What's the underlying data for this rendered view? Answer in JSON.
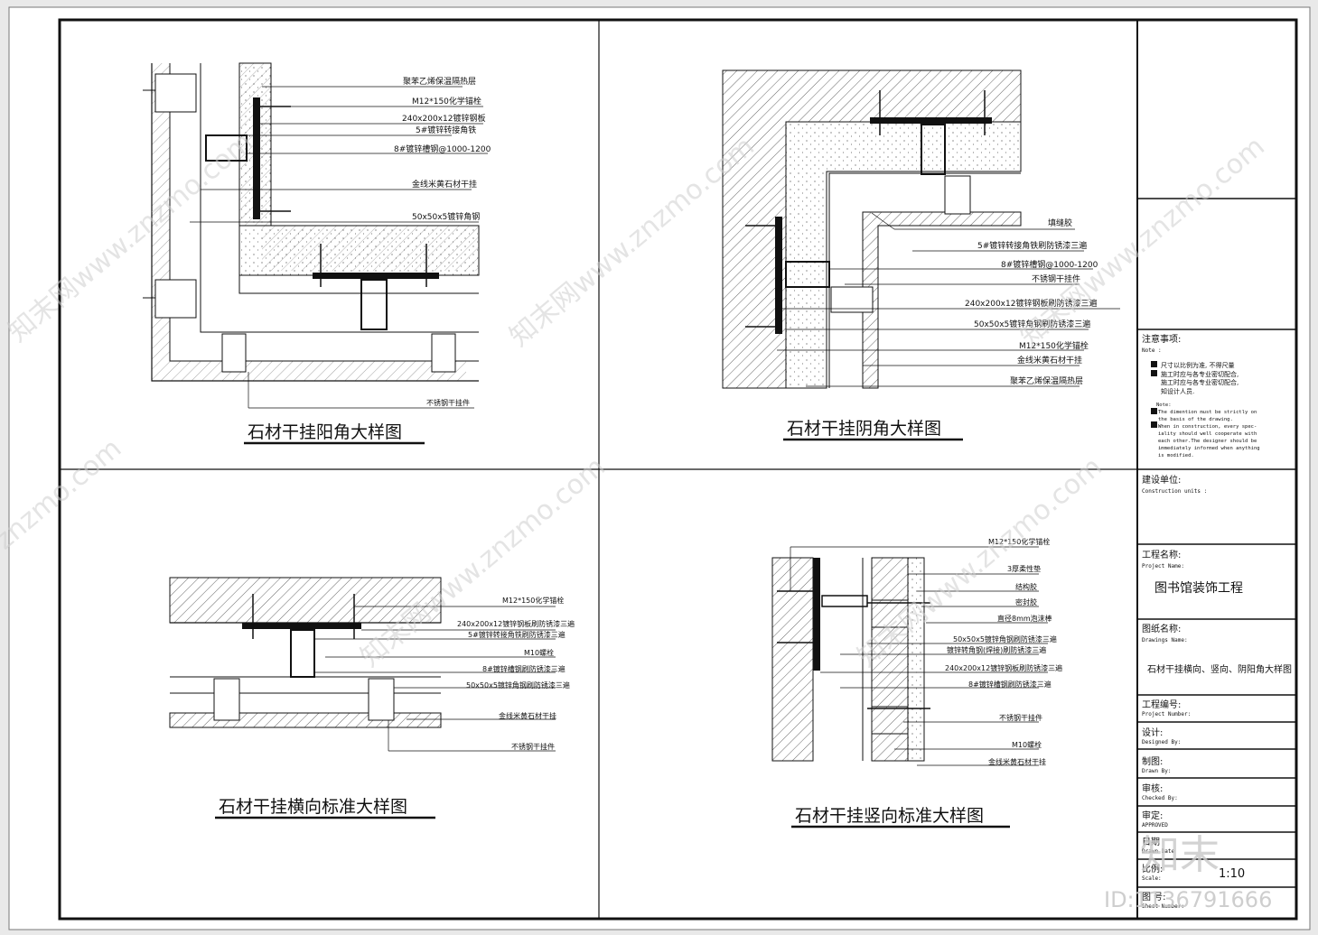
{
  "details": {
    "d1": {
      "title": "石材干挂阳角大样图",
      "labels": [
        "聚苯乙烯保温隔热层",
        "M12*150化学锚栓",
        "240x200x12镀锌钢板",
        "5#镀锌转接角铁",
        "8#镀锌槽钢@1000-1200",
        "金线米黄石材干挂",
        "50x50x5镀锌角钢",
        "不锈钢干挂件"
      ]
    },
    "d2": {
      "title": "石材干挂阴角大样图",
      "labels": [
        "填缝胶",
        "5#镀锌转接角铁刷防锈漆三遍",
        "8#镀锌槽钢@1000-1200",
        "不锈钢干挂件",
        "240x200x12镀锌钢板刷防锈漆三遍",
        "50x50x5镀锌角钢刷防锈漆三遍",
        "M12*150化学锚栓",
        "金线米黄石材干挂",
        "聚苯乙烯保温隔热层"
      ]
    },
    "d3": {
      "title": "石材干挂横向标准大样图",
      "labels": [
        "M12*150化学锚栓",
        "240x200x12镀锌钢板刷防锈漆三遍",
        "5#镀锌转接角铁刷防锈漆三遍",
        "M10螺栓",
        "8#镀锌槽钢刷防锈漆三遍",
        "50x50x5镀锌角钢刷防锈漆三遍",
        "金线米黄石材干挂",
        "不锈钢干挂件"
      ]
    },
    "d4": {
      "title": "石材干挂竖向标准大样图",
      "labels": [
        "M12*150化学锚栓",
        "3厚柔性垫",
        "结构胶",
        "密封胶",
        "直径8mm泡沫棒",
        "50x50x5镀锌角钢刷防锈漆三遍",
        "镀锌转角钢(焊接)刷防锈漆三遍",
        "240x200x12镀锌钢板刷防锈漆三遍",
        "8#镀锌槽钢刷防锈漆三遍",
        "不锈钢干挂件",
        "M10螺栓",
        "金线米黄石材干挂"
      ]
    }
  },
  "title_block": {
    "notes_cn": "注意事项:",
    "notes_en": "Note  :",
    "note_lines_cn": [
      "尺寸以比例为准, 不得尺量",
      "施工时应与各专业密切配合,",
      "施工时应与各专业密切配合,",
      "知设计人员."
    ],
    "note_lines_en": [
      "Note:",
      "The dimention must be strictly on",
      "the basis of the drawing.",
      "When in construction, every spec-",
      "iality should well cooperate with",
      "each other.The designer should be",
      "immediately informed when anything",
      "is modified."
    ],
    "construction_cn": "建设单位:",
    "construction_en": "Construction units :",
    "project_cn": "工程名称:",
    "project_en": "Project Name:",
    "project_value": "图书馆装饰工程",
    "drawing_cn": "图纸名称:",
    "drawing_en": "Drawings  Name:",
    "drawing_value": "石材干挂横向、竖向、阴阳角大样图",
    "number_cn": "工程编号:",
    "number_en": "Project Number:",
    "designed_cn": "设计:",
    "designed_en": "Designed By:",
    "drawn_cn": "制图:",
    "drawn_en": "Drawn By:",
    "checked_cn": "审核:",
    "checked_en": "Checked By:",
    "approved_cn": "审定:",
    "approved_en": "APPROVED",
    "date_cn": "日期",
    "date_en": "Drawn Date",
    "scale_cn": "比例:",
    "scale_en": "Scale:",
    "scale_value": "1:10",
    "sheet_cn": "图 号:",
    "sheet_en": "Sheet Number:"
  },
  "watermark": {
    "site": "知末网www.znzmo.com",
    "site_short": "znzmo.com",
    "brand": "知末",
    "id": "ID:1136791666"
  },
  "colors": {
    "line": "#111111",
    "paper": "#ffffff",
    "watermark": "#cfcfcf"
  }
}
